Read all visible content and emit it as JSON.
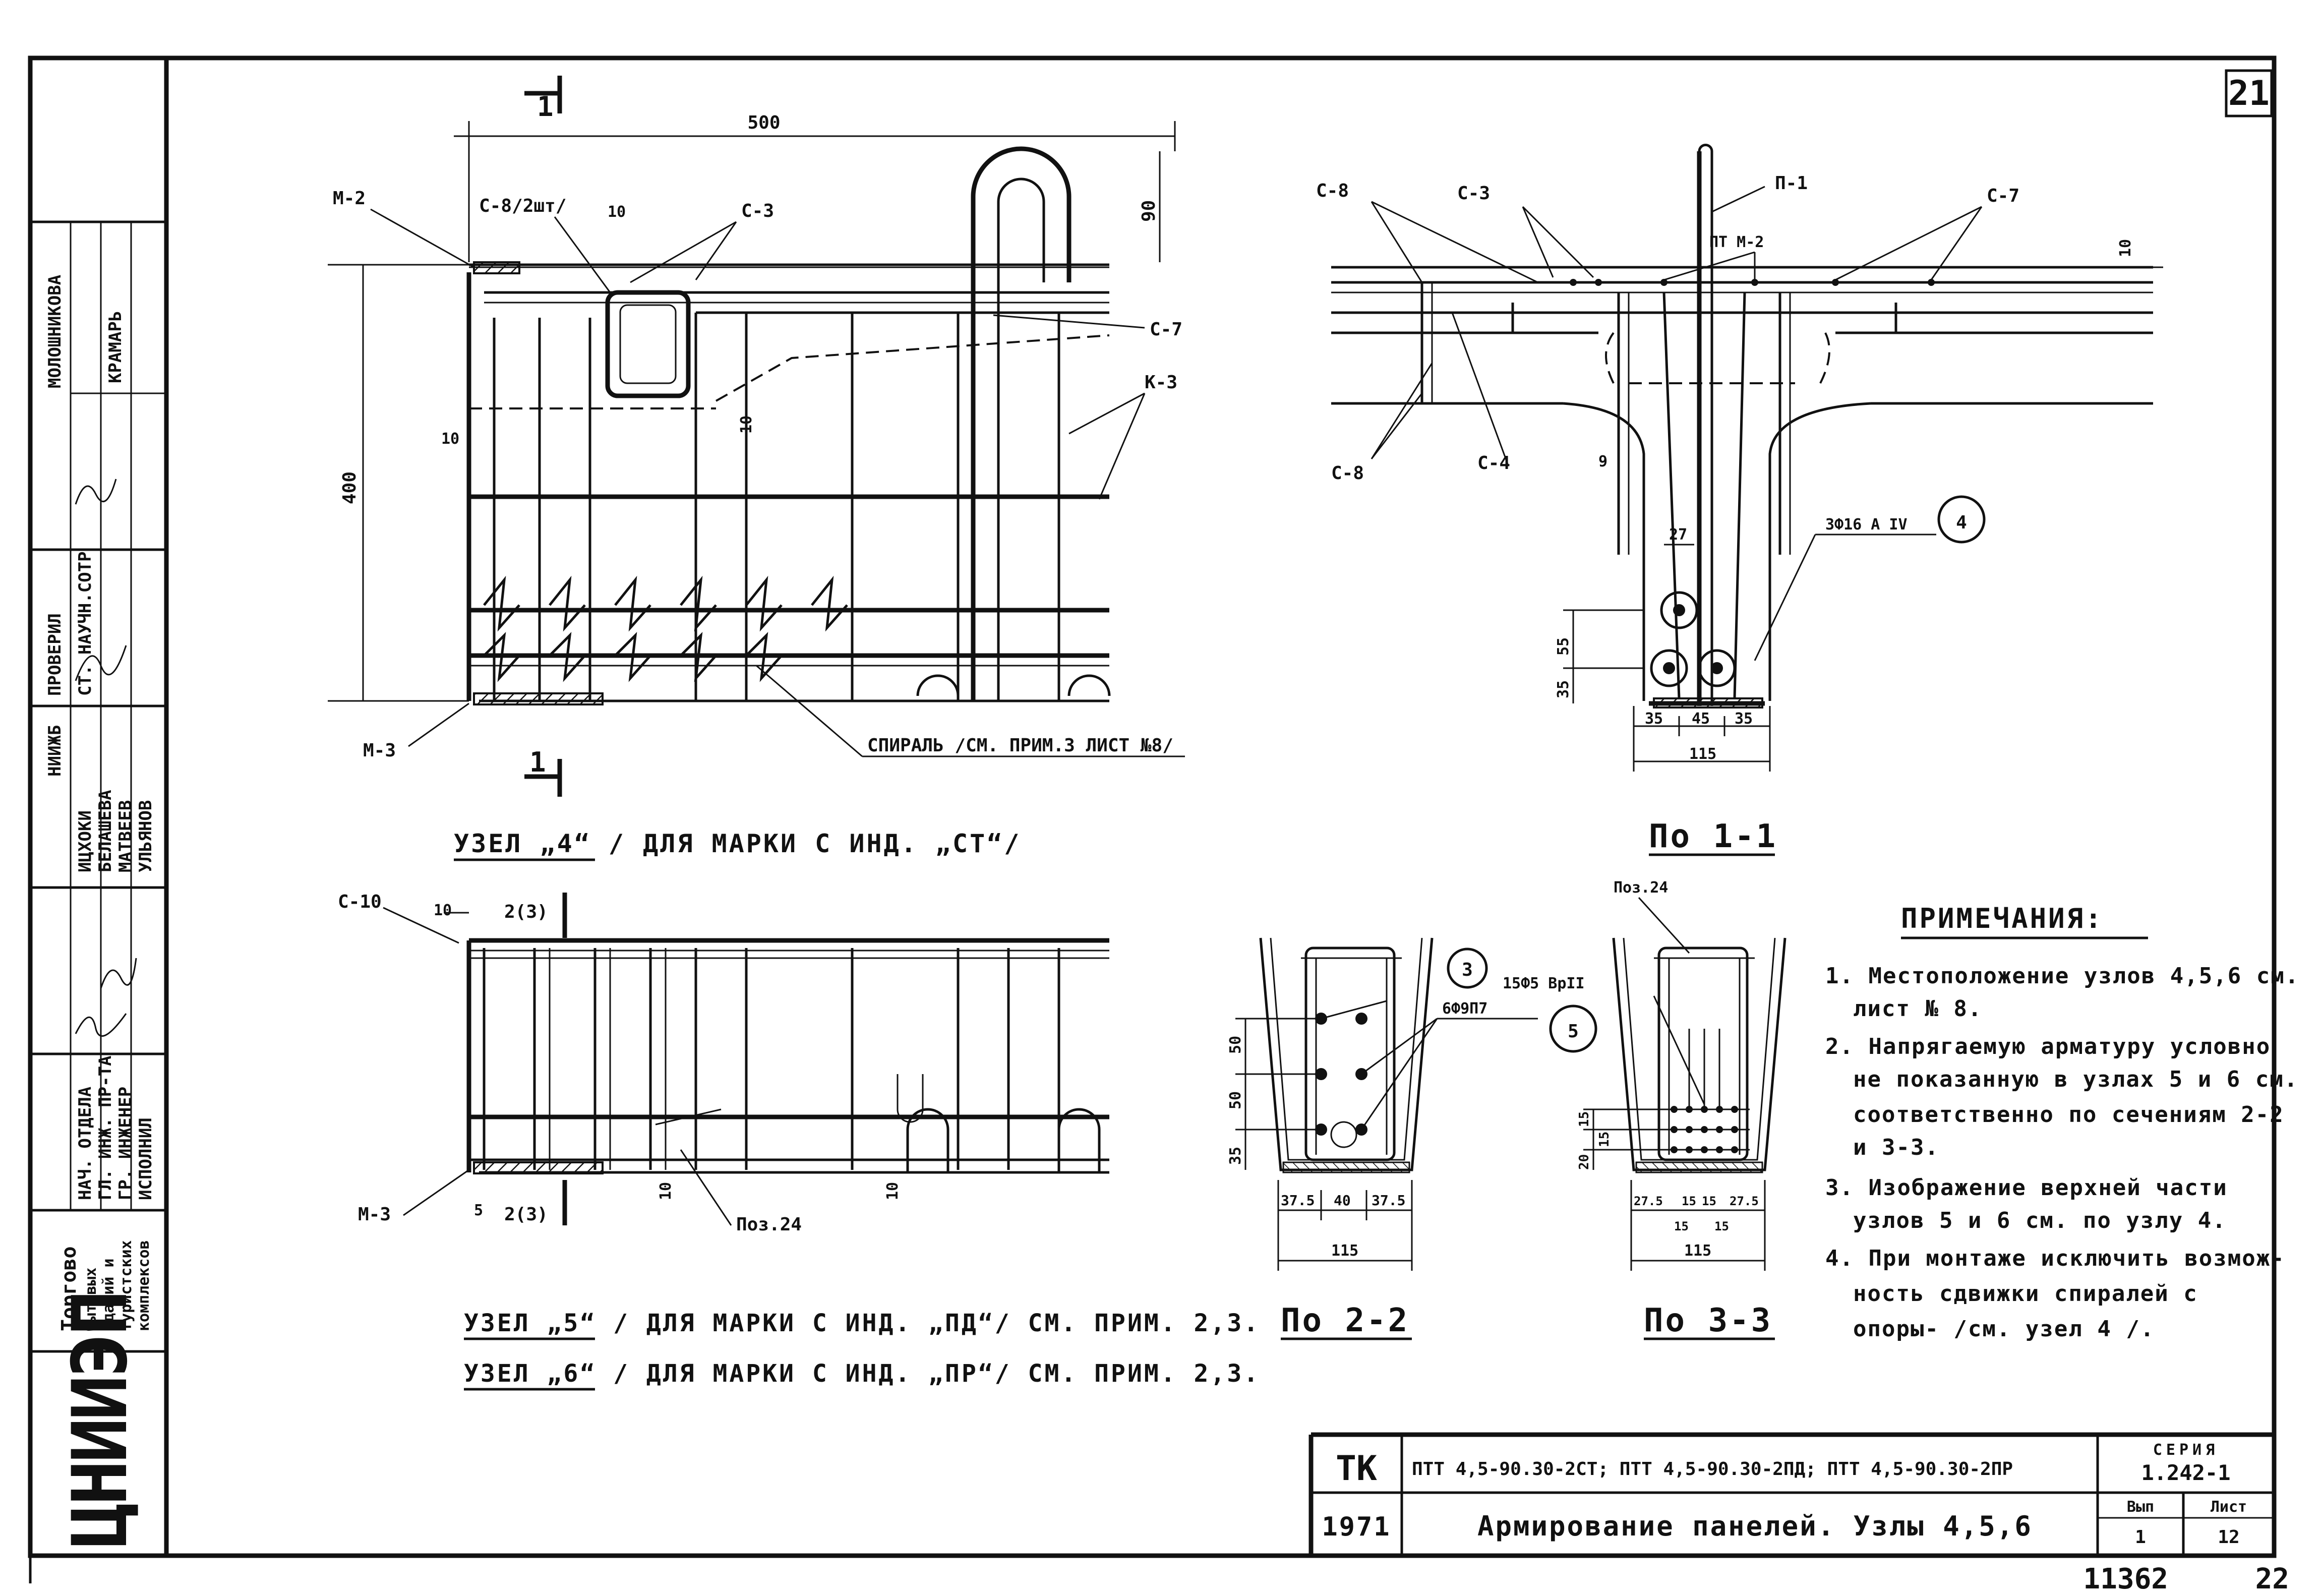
{
  "sheet_number": "21",
  "bottom_numbers": {
    "left": "11362",
    "right": "22"
  },
  "side_stamp": {
    "people_top": [
      "МОЛОШНИКОВА",
      "КРАМАРЬ"
    ],
    "check_label": "ПРОВЕРИЛ",
    "check_role": "СТ. НАУЧН.СОТР",
    "org": "НИИЖБ",
    "org2": "ИЦХОКИ",
    "names": [
      "БЕЛАШЕВА",
      "МАТВЕЕВ",
      "УЛЬЯНОВ"
    ],
    "roles": [
      "НАЧ. ОТДЕЛА",
      "ГЛ. ИНЖ. ПР-ТА",
      "ГР. ИНЖЕНЕР",
      "ИСПОЛНИЛ"
    ],
    "institute_lines": [
      "Торгово",
      "бытовых",
      "зданий и",
      "туристских",
      "комплексов"
    ],
    "institute_short": "ЦНИИЭП"
  },
  "node4": {
    "caption": "УЗЕЛ „4“ / ДЛЯ МАРКИ С ИНД. „СТ“/",
    "section_marks": [
      "1",
      "1"
    ],
    "dims": {
      "width": "500",
      "height": "400",
      "top": "90",
      "d10a": "10",
      "d10b": "10",
      "d10c": "10"
    },
    "labels": {
      "m2": "М-2",
      "c8": "С-8/2шт/",
      "c3": "С-3",
      "c7": "С-7",
      "k3": "К-3",
      "m3": "М-3",
      "spiral": "СПИРАЛЬ /СМ. ПРИМ.3 ЛИСТ №8/"
    }
  },
  "node56": {
    "caption5": "УЗЕЛ „5“ / ДЛЯ МАРКИ С ИНД. „ПД“/ СМ. ПРИМ. 2,3.",
    "caption6": "УЗЕЛ „6“ / ДЛЯ МАРКИ С ИНД. „ПР“/ СМ. ПРИМ. 2,3.",
    "labels": {
      "c10": "С-10",
      "m3": "М-3",
      "pos24": "Поз.24",
      "sec": "2(3)",
      "sec2": "2(3)",
      "d10": "10",
      "d5": "5",
      "d10b": "10",
      "d10c": "10"
    }
  },
  "section11": {
    "caption": "По 1-1",
    "labels": {
      "c8a": "С-8",
      "c3": "С-3",
      "p1": "П-1",
      "m2": "ПТ М-2",
      "c7": "С-7",
      "c8b": "С-8",
      "c4": "С-4",
      "rebar": "3Ф16 А IV",
      "callout": "4"
    },
    "dims": {
      "d10": "10",
      "d9": "9",
      "d27": "27",
      "d55": "55",
      "d35": "35",
      "b1": "35",
      "b2": "45",
      "b3": "35",
      "total": "115"
    }
  },
  "section22": {
    "caption": "По 2-2",
    "labels": {
      "callout3": "3",
      "callout5": "5",
      "rebar": "6Ф9П7"
    },
    "dims": {
      "v1": "50",
      "v2": "50",
      "v3": "35",
      "b1": "37.5",
      "b2": "40",
      "b3": "37.5",
      "total": "115"
    }
  },
  "section33": {
    "caption": "По 3-3",
    "labels": {
      "pos24": "Поз.24",
      "rebar": "15Ф5 ВрII"
    },
    "dims": {
      "v1": "15",
      "v2": "15",
      "v3": "20",
      "b1": "27.5",
      "b2": "15",
      "b3": "15",
      "b4": "27.5",
      "s1": "15",
      "s2": "15",
      "total": "115"
    }
  },
  "notes": {
    "title": "ПРИМЕЧАНИЯ:",
    "lines": [
      "1. Местоположение узлов 4,5,6 см.",
      "лист № 8.",
      "2. Напрягаемую арматуру условно",
      "не показанную в узлах 5 и 6 см.",
      "соответственно по сечениям 2-2",
      "и 3-3.",
      "3. Изображение верхней части",
      "узлов 5 и 6 см. по узлу 4.",
      "4. При монтаже исключить возмож-",
      "ность сдвижки спиралей с",
      "опоры- /см. узел 4 /."
    ]
  },
  "title_block": {
    "code": "ТК",
    "year": "1971",
    "marks": "ПТТ 4,5-90.30-2СТ; ПТТ 4,5-90.30-2ПД; ПТТ 4,5-90.30-2ПР",
    "title": "Армирование панелей. Узлы 4,5,6",
    "series_label": "СЕРИЯ",
    "series": "1.242-1",
    "issue_label": "Вып",
    "issue": "1",
    "sheet_label": "Лист",
    "sheet": "12"
  }
}
